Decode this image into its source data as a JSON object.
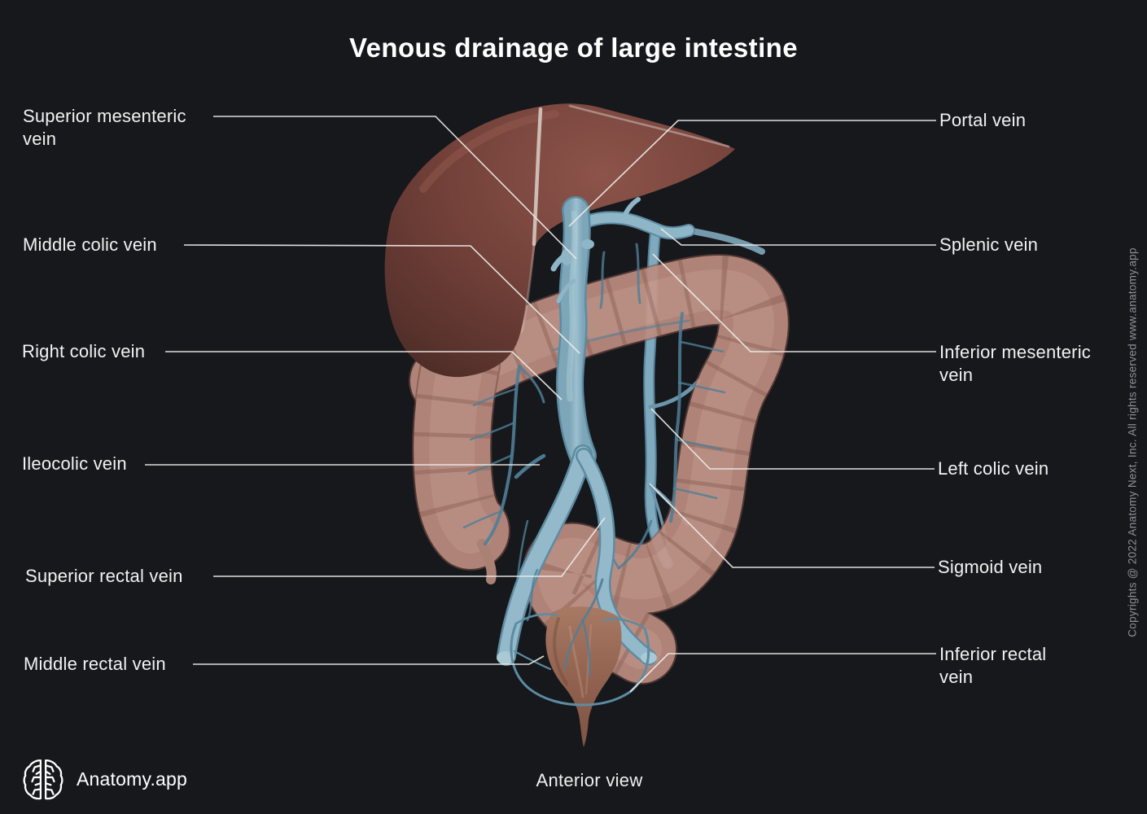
{
  "title": "Venous drainage of large intestine",
  "view_caption": "Anterior view",
  "brand": {
    "name": "Anatomy.app"
  },
  "copyright": "Copyrights @ 2022 Anatomy Next, Inc. All rights reserved www.anatomy.app",
  "labels": {
    "left": [
      {
        "text": "Superior mesenteric vein"
      },
      {
        "text": "Middle colic vein"
      },
      {
        "text": "Right colic vein"
      },
      {
        "text": "Ileocolic vein"
      },
      {
        "text": "Superior rectal vein"
      },
      {
        "text": "Middle rectal vein"
      }
    ],
    "right": [
      {
        "text": "Portal vein"
      },
      {
        "text": "Splenic vein"
      },
      {
        "text": "Inferior mesenteric vein"
      },
      {
        "text": "Left colic vein"
      },
      {
        "text": "Sigmoid vein"
      },
      {
        "text": "Inferior rectal vein"
      }
    ]
  },
  "colors": {
    "background": "#16181c",
    "label_text": "#f3f2f1",
    "leader_line": "#eceae7",
    "liver": "#74423a",
    "intestine": "#bc8c80",
    "vein_large": "#93b9ca",
    "vein_small": "#4f7e97",
    "rectum": "#97694f",
    "copyright_text": "#8d9096"
  }
}
